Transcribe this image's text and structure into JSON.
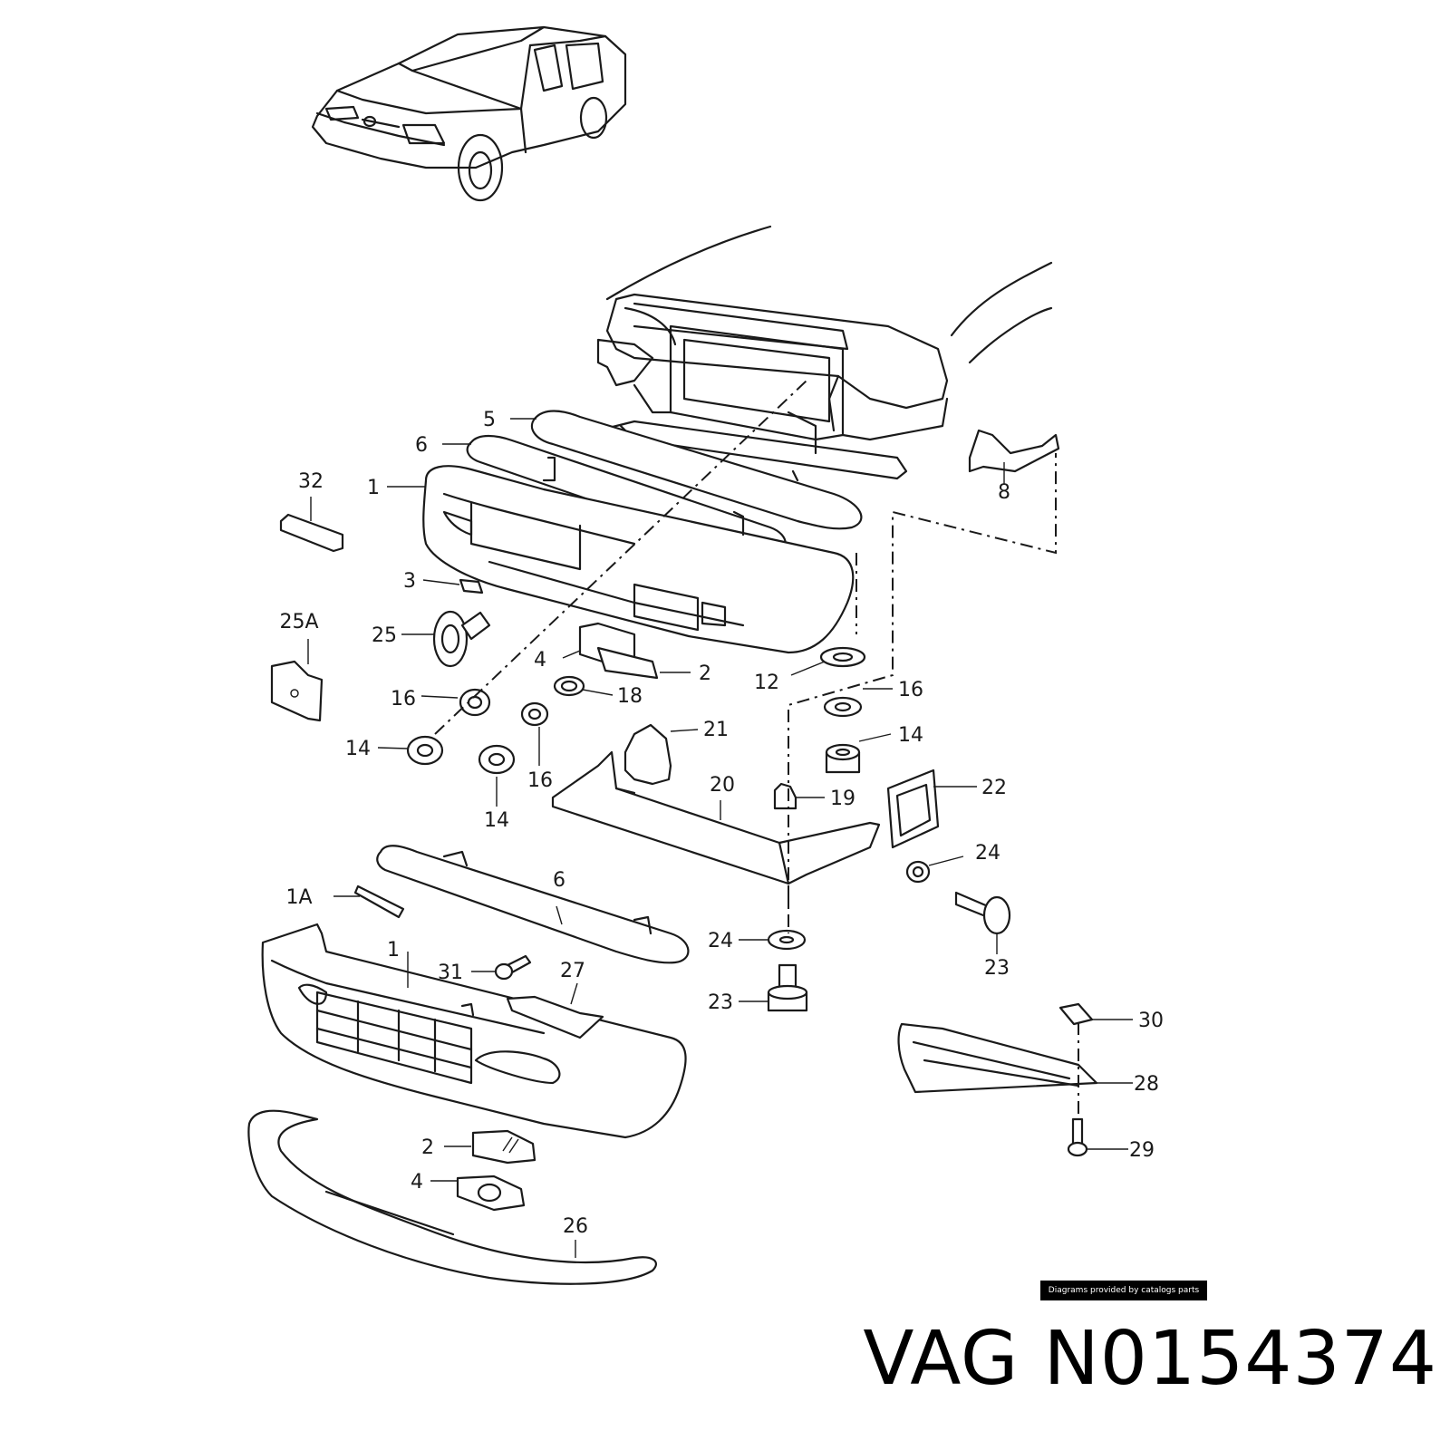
{
  "labels": {
    "l1": "1",
    "l1b": "1",
    "l1A": "1A",
    "l2": "2",
    "l2b": "2",
    "l3": "3",
    "l4": "4",
    "l4b": "4",
    "l5": "5",
    "l6": "6",
    "l6b": "6",
    "l8": "8",
    "l12": "12",
    "l14a": "14",
    "l14b": "14",
    "l14c": "14",
    "l16a": "16",
    "l16b": "16",
    "l16c": "16",
    "l18": "18",
    "l19": "19",
    "l20": "20",
    "l21": "21",
    "l22": "22",
    "l23a": "23",
    "l23b": "23",
    "l24a": "24",
    "l24b": "24",
    "l25": "25",
    "l25A": "25A",
    "l26": "26",
    "l27": "27",
    "l28": "28",
    "l29": "29",
    "l30": "30",
    "l31": "31",
    "l32": "32"
  },
  "credit": "Diagrams provided by catalogs parts",
  "title": "VAG N0154374"
}
